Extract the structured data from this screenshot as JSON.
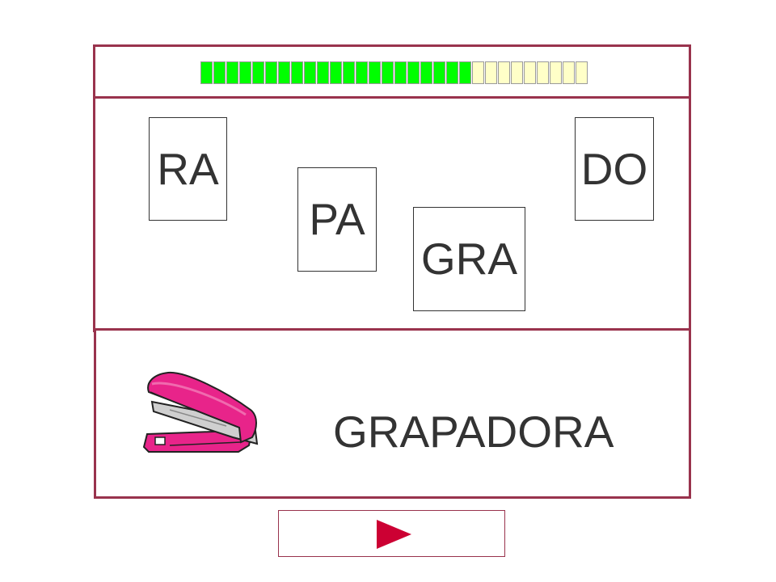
{
  "progress": {
    "completed": 21,
    "total": 30,
    "filled_color": "#00ff00",
    "empty_color": "#ffffc8"
  },
  "syllable_cards": [
    "RA",
    "PA",
    "GRA",
    "DO"
  ],
  "word": "GRAPADORA",
  "picture": {
    "icon": "stapler-icon",
    "color": "#e8248a"
  },
  "next_button": {
    "icon": "play-icon",
    "color": "#cc0033"
  },
  "colors": {
    "frame_border": "#99334d"
  }
}
